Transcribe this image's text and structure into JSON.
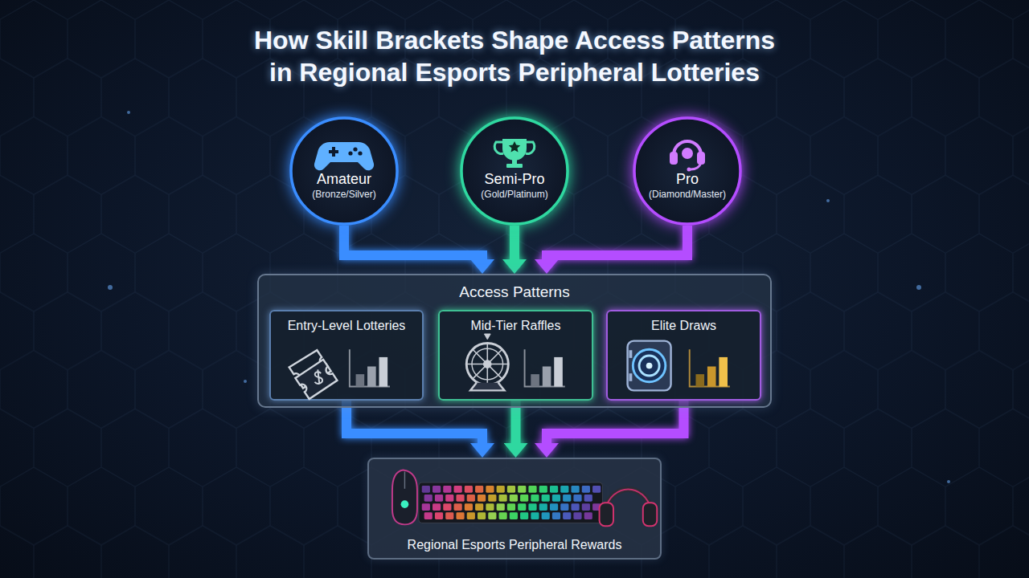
{
  "diagram": {
    "title": "How Skill Brackets Shape Access Patterns in Regional Esports Peripheral Lotteries",
    "nodes": [
      {
        "text": [
          "Amateur",
          "(Bronze/Silver)"
        ]
      },
      {
        "text": [
          "Semi-Pro",
          "(Gold/Platinum)"
        ]
      },
      {
        "text": [
          "Pro",
          "(Diamond/Master)"
        ]
      },
      {
        "text": [
          "Access Patterns"
        ]
      },
      {
        "text": [
          "Entry-Level Lotteries"
        ],
        "in": 3
      },
      {
        "text": [
          "Mid-Tier Raffles"
        ],
        "in": 3
      },
      {
        "text": [
          "Elite Draws"
        ],
        "in": 3
      },
      {
        "text": [
          "Regional Esports Peripheral Rewards"
        ]
      }
    ],
    "edges": [
      {
        "from": 0,
        "to": 3,
        "arrow": "to"
      },
      {
        "from": 1,
        "to": 3,
        "arrow": "to"
      },
      {
        "from": 2,
        "to": 3,
        "arrow": "to"
      },
      {
        "from": 4,
        "to": 7,
        "arrow": "to"
      },
      {
        "from": 5,
        "to": 7,
        "arrow": "to"
      },
      {
        "from": 6,
        "to": 7,
        "arrow": "to"
      }
    ]
  }
}
